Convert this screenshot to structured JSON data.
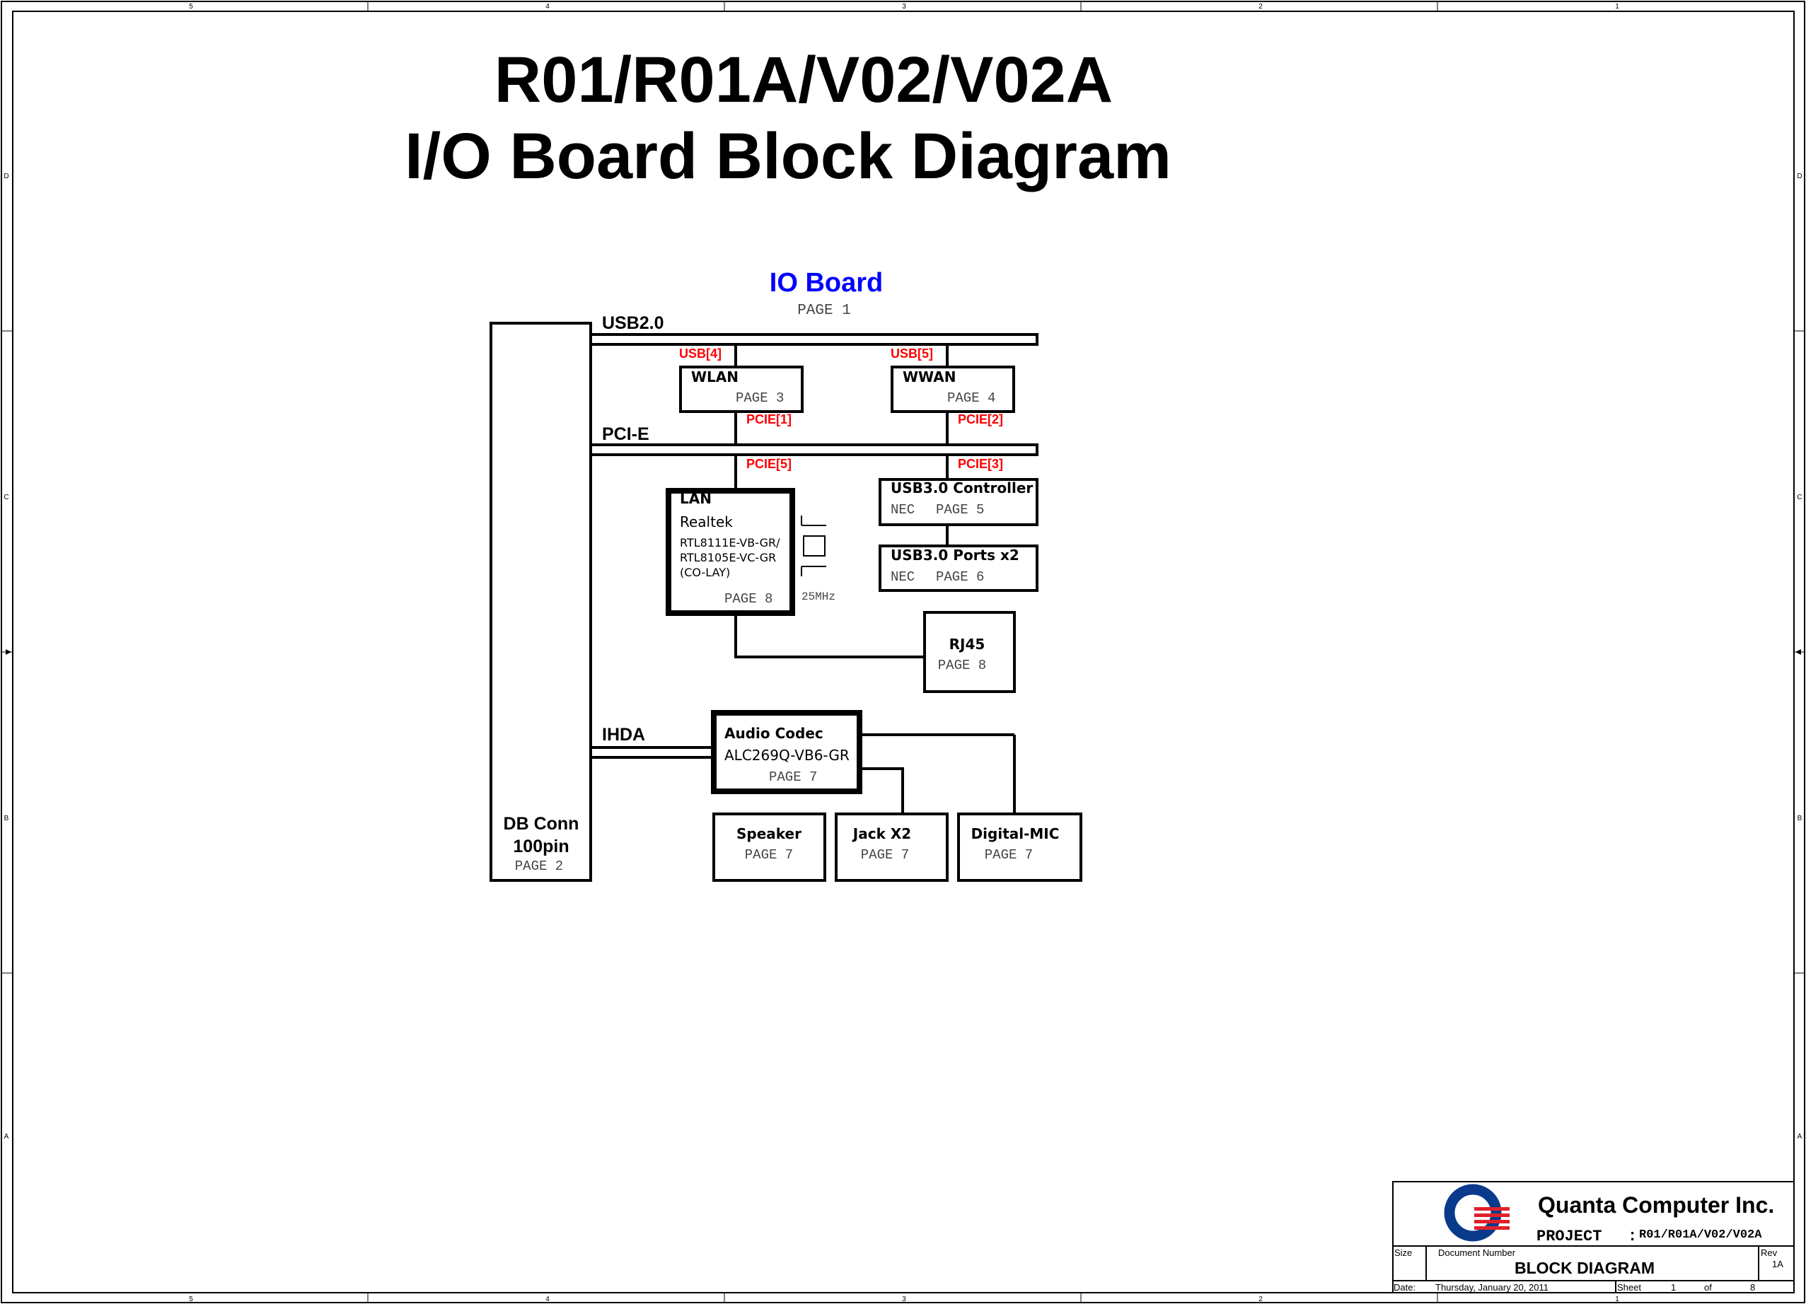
{
  "title": {
    "line1": "R01/R01A/V02/V02A",
    "line2": "I/O Board Block Diagram"
  },
  "grid": {
    "columns": [
      "5",
      "4",
      "3",
      "2",
      "1"
    ],
    "rows": [
      "D",
      "C",
      "B",
      "A"
    ]
  },
  "board": {
    "title": "IO Board",
    "page": "PAGE 1",
    "title_color": "#0000ff"
  },
  "buses": {
    "usb": "USB2.0",
    "pcie": "PCI-E",
    "ihda": "IHDA"
  },
  "signals": {
    "usb4": "USB[4]",
    "usb5": "USB[5]",
    "pcie1": "PCIE[1]",
    "pcie2": "PCIE[2]",
    "pcie5": "PCIE[5]",
    "pcie3": "PCIE[3]",
    "color": "#ff0000"
  },
  "blocks": {
    "db_conn": {
      "name1": "DB Conn",
      "name2": "100pin",
      "page": "PAGE 2"
    },
    "wlan": {
      "name": "WLAN",
      "page": "PAGE 3"
    },
    "wwan": {
      "name": "WWAN",
      "page": "PAGE 4"
    },
    "lan": {
      "name": "LAN",
      "vendor": "Realtek",
      "part1": "RTL8111E-VB-GR/",
      "part2": "RTL8105E-VC-GR",
      "part3": "(CO-LAY)",
      "page": "PAGE 8",
      "crystal": "25MHz"
    },
    "usb3_ctrl": {
      "name": "USB3.0 Controller",
      "vendor": "NEC",
      "page": "PAGE 5"
    },
    "usb3_ports": {
      "name": "USB3.0 Ports x2",
      "vendor": "NEC",
      "page": "PAGE 6"
    },
    "rj45": {
      "name": "RJ45",
      "page": "PAGE 8"
    },
    "audio": {
      "name": "Audio Codec",
      "part": "ALC269Q-VB6-GR",
      "page": "PAGE 7"
    },
    "speaker": {
      "name": "Speaker",
      "page": "PAGE 7"
    },
    "jack": {
      "name": "Jack X2",
      "page": "PAGE 7"
    },
    "dmic": {
      "name": "Digital-MIC",
      "page": "PAGE 7"
    }
  },
  "title_block": {
    "company": "Quanta Computer Inc.",
    "project_label": "PROJECT",
    "project_sep": ":",
    "project": "R01/R01A/V02/V02A",
    "size_label": "Size",
    "docnum_label": "Document Number",
    "rev_label": "Rev",
    "rev": "1A",
    "doc_title": "BLOCK DIAGRAM",
    "date_label": "Date:",
    "date": "Thursday, January 20, 2011",
    "sheet_label": "Sheet",
    "sheet": "1",
    "of_label": "of",
    "total": "8",
    "logo_blue": "#0a3a8c",
    "logo_red": "#e0202a"
  }
}
